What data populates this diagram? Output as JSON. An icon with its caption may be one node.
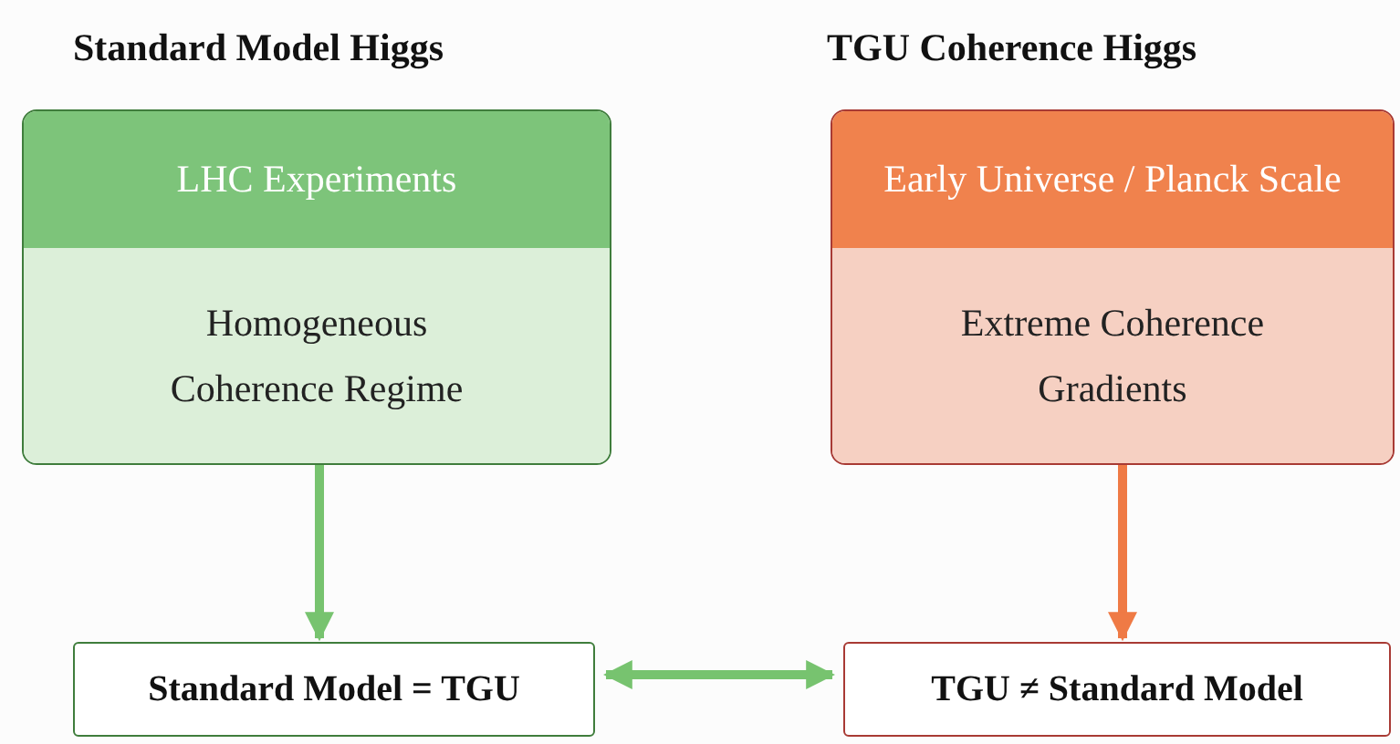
{
  "diagram": {
    "nodes": [
      {
        "text": [
          "LHC Experiments",
          "Homogeneous Coherence Regime"
        ]
      },
      {
        "text": [
          "Early Universe / Planck Scale",
          "Extreme Coherence Gradients"
        ]
      },
      {
        "text": [
          "Standard Model = TGU"
        ]
      },
      {
        "text": [
          "TGU ≠ Standard Model"
        ]
      }
    ],
    "edges": [
      {
        "from": 0,
        "to": 2,
        "arrow": "to"
      },
      {
        "from": 1,
        "to": 3,
        "arrow": "to",
        "color": "#ef7a45"
      },
      {
        "from": 2,
        "to": 3,
        "arrow": "both"
      }
    ],
    "labels": [
      "Standard Model Higgs",
      "TGU Coherence Higgs"
    ]
  }
}
